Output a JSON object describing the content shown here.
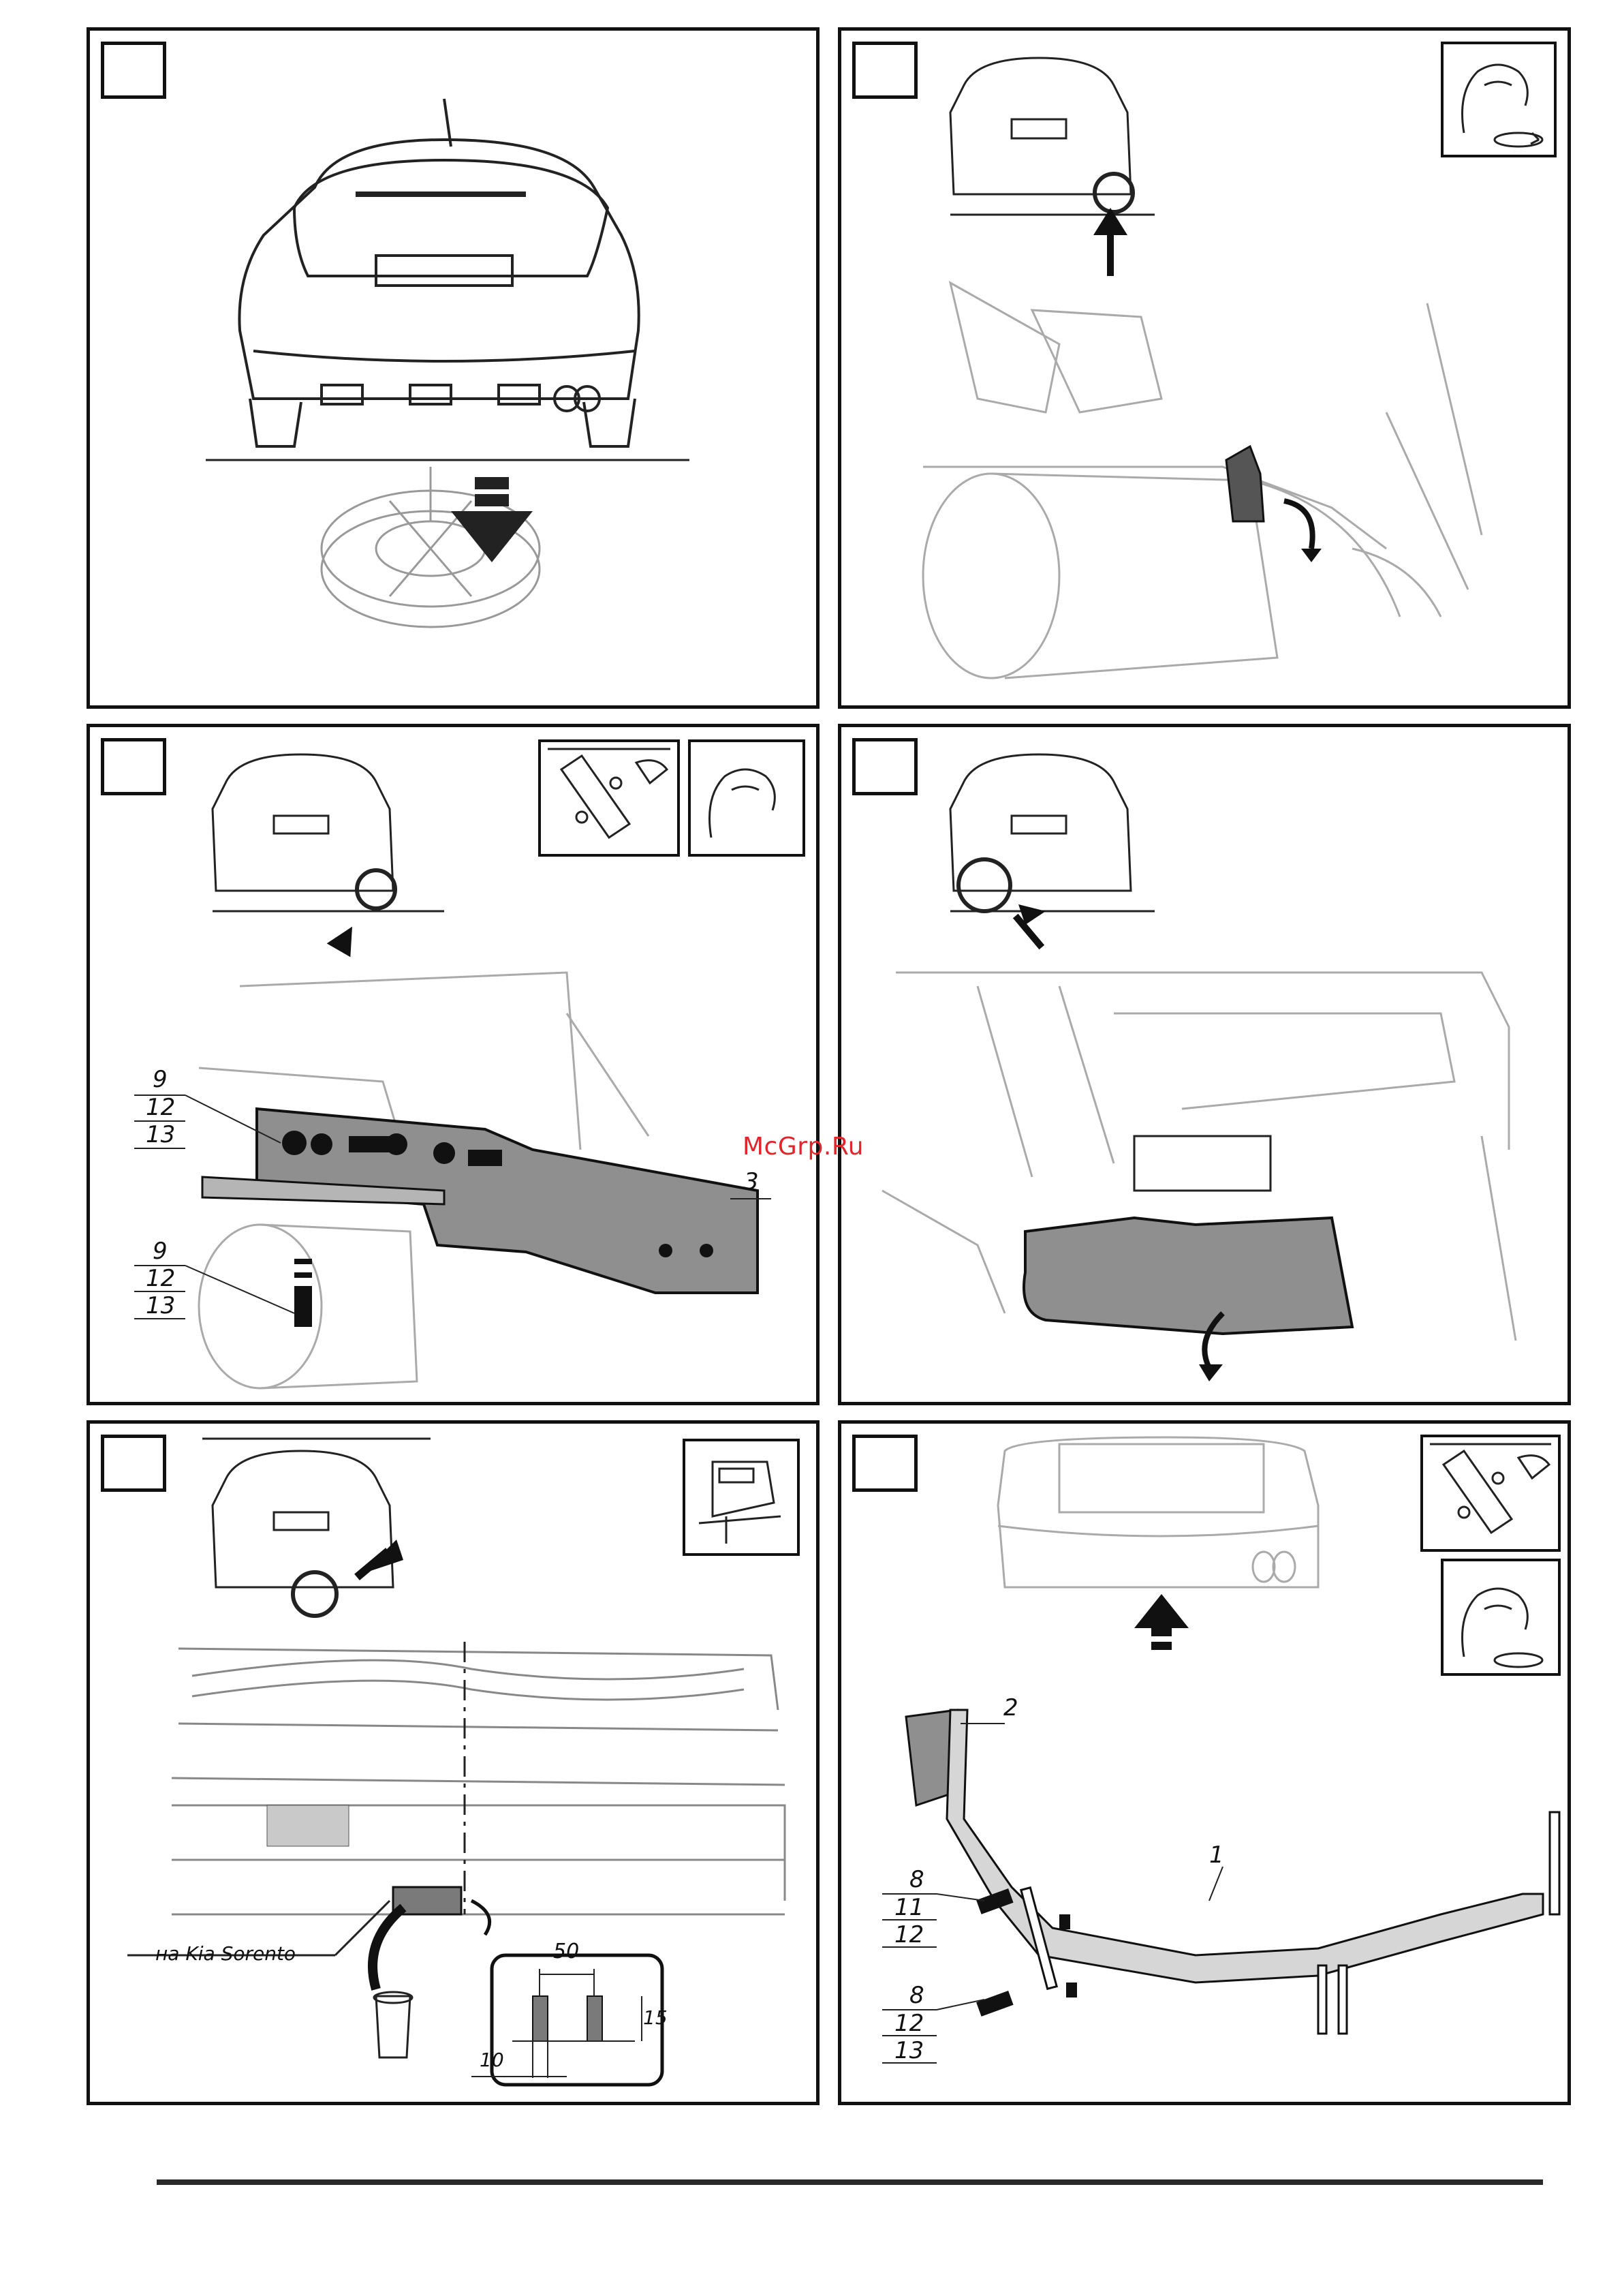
{
  "watermark": "McGrp.Ru",
  "panels": [
    {
      "id": "panel-1",
      "step": ""
    },
    {
      "id": "panel-2",
      "step": ""
    },
    {
      "id": "panel-3",
      "step": "",
      "parts": [
        "9",
        "12",
        "13",
        "9",
        "12",
        "13",
        "3"
      ]
    },
    {
      "id": "panel-4",
      "step": ""
    },
    {
      "id": "panel-5",
      "step": "",
      "note": "на Kia Sorento",
      "dims": {
        "width": "50",
        "height": "15",
        "gap": "10"
      }
    },
    {
      "id": "panel-6",
      "step": "",
      "parts": [
        "2",
        "8",
        "11",
        "12",
        "8",
        "12",
        "13",
        "1"
      ]
    }
  ],
  "icons": [
    "car-lift-icon",
    "hand-tighten-icon",
    "jigsaw-icon"
  ],
  "colors": {
    "line": "#111111",
    "fill": "#9a9a9a",
    "watermark": "#e0262b"
  }
}
